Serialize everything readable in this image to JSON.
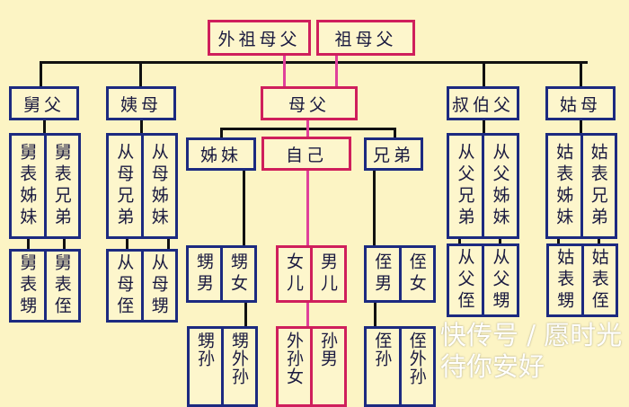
{
  "colors": {
    "background": "#fcf4c4",
    "box_border": "#1c2a80",
    "self_line_border": "#cf1f5c",
    "self_line_connector": "#e040a0"
  },
  "top": {
    "maternal_grandparents": "外祖母父",
    "paternal_grandparents": "祖母父"
  },
  "row2": {
    "maternal_uncle": "舅父",
    "maternal_aunt": "姨母",
    "parents": "母父",
    "paternal_uncle": "叔伯父",
    "paternal_aunt": "姑母"
  },
  "row3": {
    "sisters": "姊妹",
    "self": "自己",
    "brothers": "兄弟"
  },
  "cousins": {
    "jiu_biao": [
      "舅表姊妹",
      "舅表兄弟"
    ],
    "cong_mu": [
      "从母兄弟",
      "从母姊妹"
    ],
    "cong_fu": [
      "从父兄弟",
      "从父姊妹"
    ],
    "gu_biao": [
      "姑表姊妹",
      "姑表兄弟"
    ]
  },
  "cousin_children": {
    "jiu_biao": [
      "舅表甥",
      "舅表侄"
    ],
    "cong_mu": [
      "从母侄",
      "从母甥"
    ],
    "cong_fu": [
      "从父侄",
      "从父甥"
    ],
    "gu_biao": [
      "姑表甥",
      "姑表侄"
    ]
  },
  "children": {
    "sister_children": [
      "甥男",
      "甥女"
    ],
    "own_children": [
      "女儿",
      "男儿"
    ],
    "brother_children": [
      "侄男",
      "侄女"
    ]
  },
  "grandchildren": {
    "sister_grandchildren": [
      "甥孙",
      "甥外孙"
    ],
    "own_grandchildren": [
      "外孙女",
      "孙男"
    ],
    "brother_grandchildren": [
      "侄孙",
      "侄外孙"
    ]
  },
  "watermark": "快传号 / 愿时光待你安好"
}
